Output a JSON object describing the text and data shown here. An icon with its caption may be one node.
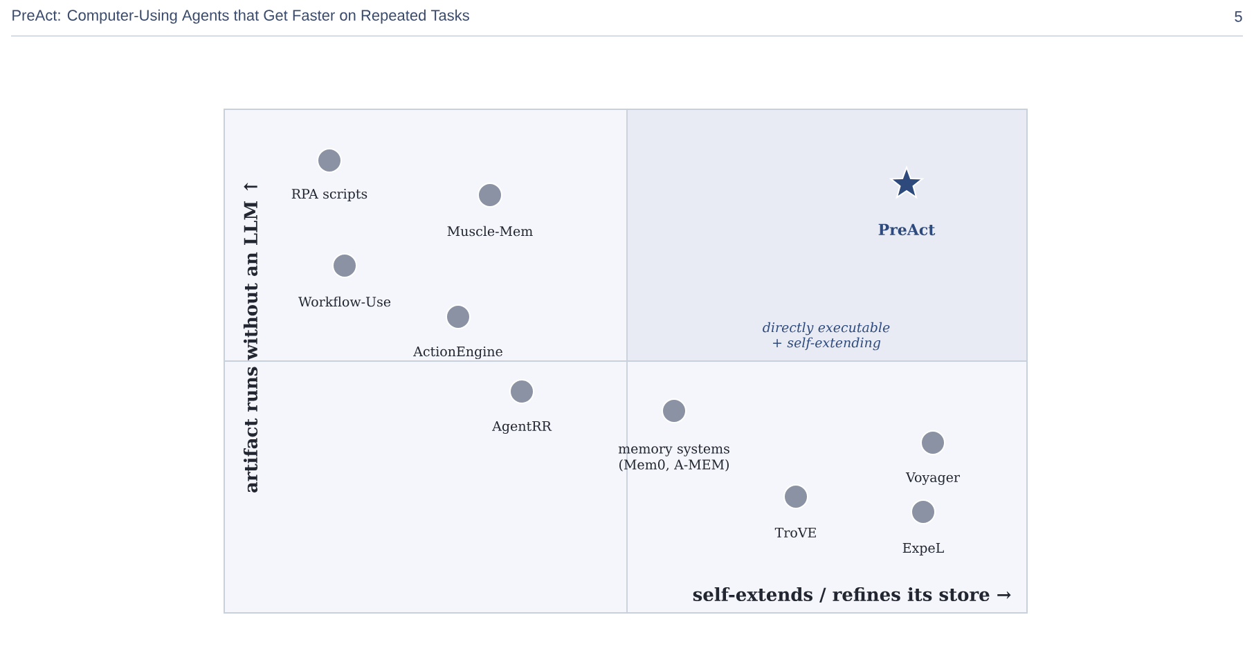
{
  "diagram": {
    "nodes": [
      {
        "text": [
          "directly executable + self-extending"
        ]
      },
      {
        "text": [],
        "shape": "circle",
        "beside": [
          "RPA scripts"
        ]
      },
      {
        "text": [],
        "shape": "circle",
        "beside": [
          "Muscle-Mem"
        ]
      },
      {
        "text": [],
        "shape": "circle",
        "beside": [
          "Workflow-Use"
        ]
      },
      {
        "text": [],
        "shape": "circle",
        "beside": [
          "ActionEngine"
        ]
      },
      {
        "text": [],
        "shape": "star",
        "beside": [
          "PreAct"
        ],
        "in": 0
      },
      {
        "text": [],
        "shape": "circle",
        "beside": [
          "AgentRR"
        ]
      },
      {
        "text": [],
        "shape": "circle",
        "beside": [
          "memory systems (Mem0, A-MEM)"
        ]
      },
      {
        "text": [],
        "shape": "circle",
        "beside": [
          "Voyager"
        ]
      },
      {
        "text": [],
        "shape": "circle",
        "beside": [
          "TroVE"
        ]
      },
      {
        "text": [],
        "shape": "circle",
        "beside": [
          "ExpeL"
        ]
      }
    ],
    "labels": [
      "PreAct: Computer-Using Agents that Get Faster on Repeated Tasks",
      "5",
      "artifact runs without an LLM ↑",
      "self-extends / refines its store →"
    ]
  }
}
